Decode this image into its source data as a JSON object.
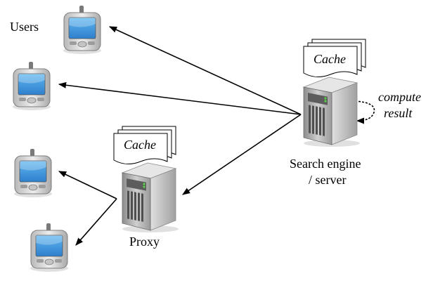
{
  "labels": {
    "users": "Users",
    "cache_proxy": "Cache",
    "cache_server": "Cache",
    "proxy": "Proxy",
    "server_line1": "Search engine",
    "server_line2": "/ server",
    "compute_line1": "compute",
    "compute_line2": "result"
  },
  "colors": {
    "phone_body": "#d8d8d8",
    "phone_screen": "#3a8fd8",
    "server_body": "#b9b9b9",
    "server_dark": "#6d6d6d",
    "line": "#000000"
  },
  "icons": [
    "phone-icon",
    "server-icon",
    "document-stack-icon"
  ]
}
